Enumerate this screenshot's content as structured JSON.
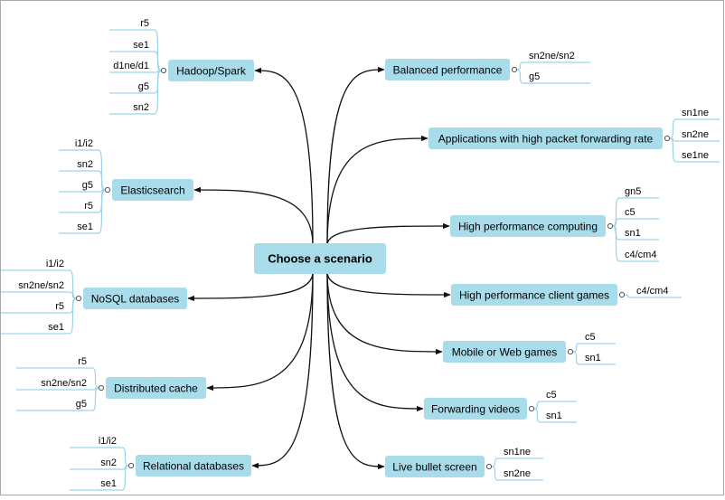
{
  "center": "Choose a scenario",
  "left": [
    {
      "id": "hadoop",
      "label": "Hadoop/Spark",
      "items": [
        "r5",
        "se1",
        "d1ne/d1",
        "g5",
        "sn2"
      ]
    },
    {
      "id": "elastic",
      "label": "Elasticsearch",
      "items": [
        "i1/i2",
        "sn2",
        "g5",
        "r5",
        "se1"
      ]
    },
    {
      "id": "nosql",
      "label": "NoSQL databases",
      "items": [
        "i1/i2",
        "sn2ne/sn2",
        "r5",
        "se1"
      ]
    },
    {
      "id": "cache",
      "label": "Distributed cache",
      "items": [
        "r5",
        "sn2ne/sn2",
        "g5"
      ]
    },
    {
      "id": "rdb",
      "label": "Relational databases",
      "items": [
        "i1/i2",
        "sn2",
        "se1"
      ]
    }
  ],
  "right": [
    {
      "id": "balanced",
      "label": "Balanced performance",
      "items": [
        "sn2ne/sn2",
        "g5"
      ]
    },
    {
      "id": "packet",
      "label": "Applications with high packet forwarding rate",
      "items": [
        "sn1ne",
        "sn2ne",
        "se1ne"
      ]
    },
    {
      "id": "hpc",
      "label": "High performance computing",
      "items": [
        "gn5",
        "c5",
        "sn1",
        "c4/cm4"
      ]
    },
    {
      "id": "games",
      "label": "High performance client games",
      "items": [
        "c4/cm4"
      ]
    },
    {
      "id": "mobile",
      "label": "Mobile or Web games",
      "items": [
        "c5",
        "sn1"
      ]
    },
    {
      "id": "video",
      "label": "Forwarding videos",
      "items": [
        "c5",
        "sn1"
      ]
    },
    {
      "id": "bullet",
      "label": "Live bullet screen",
      "items": [
        "sn1ne",
        "sn2ne"
      ]
    }
  ],
  "colors": {
    "node": "#a9dcea",
    "line": "#9bd3e6",
    "connector": "#111111",
    "text": "#000000"
  }
}
